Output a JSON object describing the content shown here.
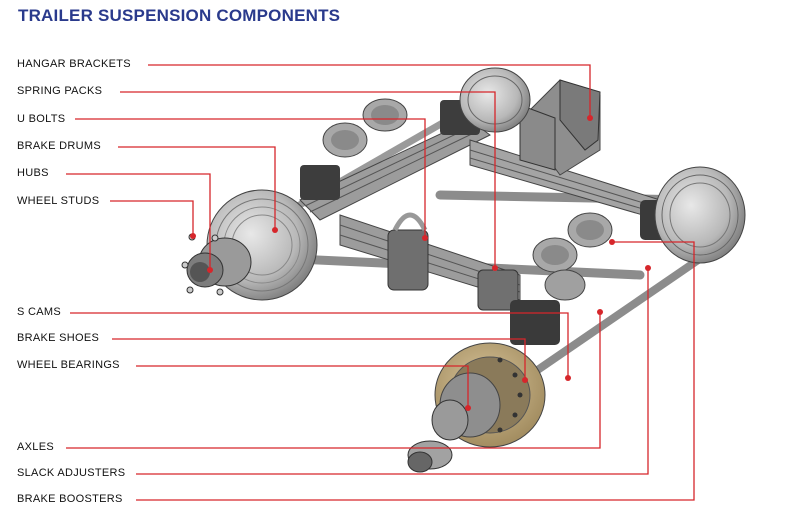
{
  "title": "TRAILER SUSPENSION COMPONENTS",
  "leader_color": "#d6262b",
  "title_color": "#2a3a8c",
  "labels": [
    {
      "id": "hangar-brackets",
      "text": "HANGAR BRACKETS"
    },
    {
      "id": "spring-packs",
      "text": "SPRING PACKS"
    },
    {
      "id": "u-bolts",
      "text": "U BOLTS"
    },
    {
      "id": "brake-drums",
      "text": "BRAKE DRUMS"
    },
    {
      "id": "hubs",
      "text": "HUBS"
    },
    {
      "id": "wheel-studs",
      "text": "WHEEL STUDS"
    },
    {
      "id": "s-cams",
      "text": "S CAMS"
    },
    {
      "id": "brake-shoes",
      "text": "BRAKE SHOES"
    },
    {
      "id": "wheel-bearings",
      "text": "WHEEL BEARINGS"
    },
    {
      "id": "axles",
      "text": "AXLES"
    },
    {
      "id": "slack-adjusters",
      "text": "SLACK ADJUSTERS"
    },
    {
      "id": "brake-boosters",
      "text": "BRAKE BOOSTERS"
    }
  ]
}
